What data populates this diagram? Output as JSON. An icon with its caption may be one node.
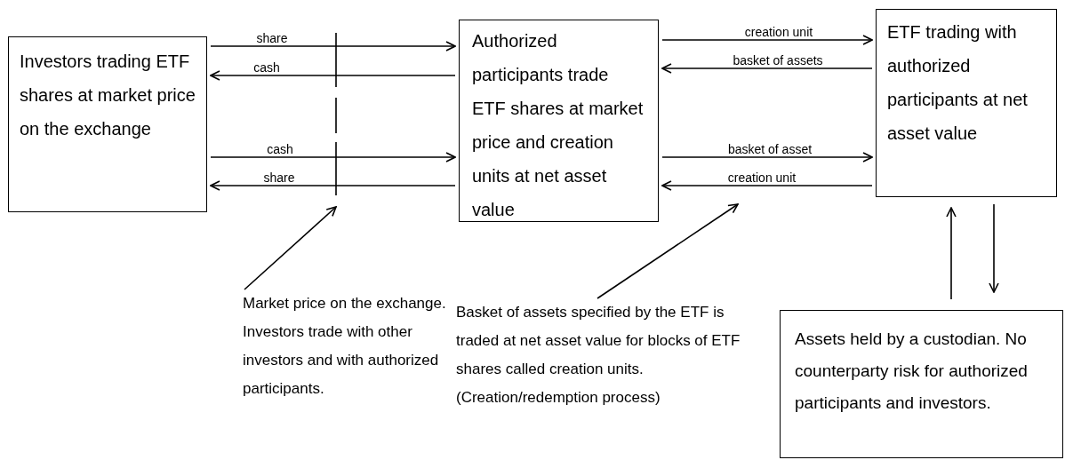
{
  "diagram": {
    "nodes": [
      {
        "text": [
          "Investors trading ETF shares at market price on the exchange"
        ]
      },
      {
        "text": [
          "Authorized participants trade ETF shares at market price and creation units at net asset value"
        ]
      },
      {
        "text": [
          "ETF trading with authorized participants at net asset value"
        ]
      },
      {
        "text": [
          "Assets held by a custodian. No counterparty risk for authorized participants and investors."
        ]
      },
      {
        "text": [
          "Market price on the exchange. Investors trade with other investors and with authorized participants."
        ]
      },
      {
        "text": [
          "Basket of assets specified by the ETF is traded at net asset value for blocks of ETF shares called creation units. (Creation/redemption process)"
        ]
      }
    ],
    "edges": [
      {
        "from": 0,
        "to": 1,
        "arrow": "to",
        "label": "share"
      },
      {
        "from": 1,
        "to": 0,
        "arrow": "to",
        "label": "cash"
      },
      {
        "from": 0,
        "to": 1,
        "arrow": "to",
        "label": "cash"
      },
      {
        "from": 1,
        "to": 0,
        "arrow": "to",
        "label": "share"
      },
      {
        "from": 1,
        "to": 2,
        "arrow": "to",
        "label": "creation unit"
      },
      {
        "from": 2,
        "to": 1,
        "arrow": "to",
        "label": "basket of assets"
      },
      {
        "from": 1,
        "to": 2,
        "arrow": "to",
        "label": "basket of asset"
      },
      {
        "from": 2,
        "to": 1,
        "arrow": "to",
        "label": "creation unit"
      },
      {
        "from": 3,
        "to": 2,
        "arrow": "to"
      },
      {
        "from": 2,
        "to": 3,
        "arrow": "to"
      },
      {
        "from": 4,
        "to": null,
        "arrow": "to"
      },
      {
        "from": 5,
        "to": null,
        "arrow": "to"
      }
    ]
  }
}
